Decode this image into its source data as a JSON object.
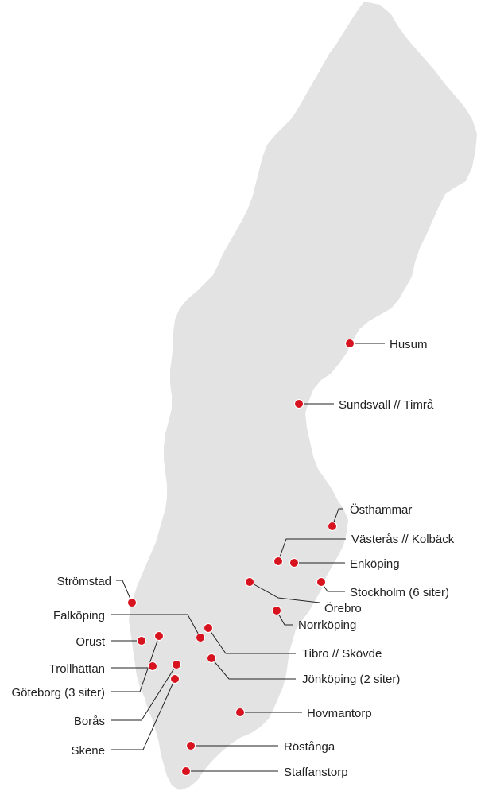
{
  "map": {
    "land_color": "#e3e3e3",
    "marker_color": "#d7131f",
    "line_color": "#222222",
    "locations": [
      {
        "id": "husum",
        "label": "Husum"
      },
      {
        "id": "sundsvall",
        "label": "Sundsvall // Timrå"
      },
      {
        "id": "osthammar",
        "label": "Östhammar"
      },
      {
        "id": "vasteras",
        "label": "Västerås // Kolbäck"
      },
      {
        "id": "enkoping",
        "label": "Enköping"
      },
      {
        "id": "stockholm",
        "label": "Stockholm (6 siter)"
      },
      {
        "id": "orebro",
        "label": "Örebro"
      },
      {
        "id": "norrkoping",
        "label": "Norrköping"
      },
      {
        "id": "tibro",
        "label": "Tibro // Skövde"
      },
      {
        "id": "jonkoping",
        "label": "Jönköping (2 siter)"
      },
      {
        "id": "hovmantorp",
        "label": "Hovmantorp"
      },
      {
        "id": "rostanga",
        "label": "Röstånga"
      },
      {
        "id": "staffanstorp",
        "label": "Staffanstorp"
      },
      {
        "id": "stromstad",
        "label": "Strömstad"
      },
      {
        "id": "falkoping",
        "label": "Falköping"
      },
      {
        "id": "orust",
        "label": "Orust"
      },
      {
        "id": "trollhattan",
        "label": "Trollhättan"
      },
      {
        "id": "goteborg",
        "label": "Göteborg (3 siter)"
      },
      {
        "id": "boras",
        "label": "Borås"
      },
      {
        "id": "skene",
        "label": "Skene"
      }
    ]
  }
}
